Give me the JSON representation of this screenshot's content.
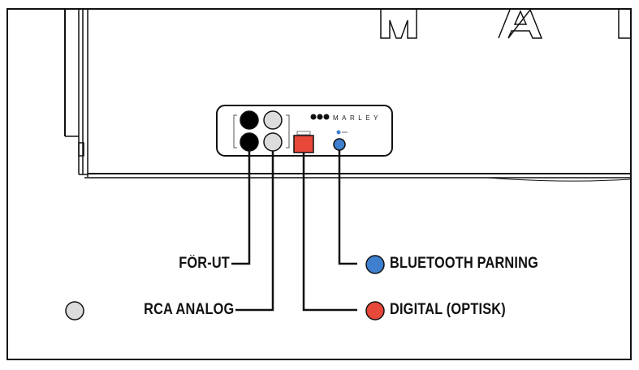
{
  "brand": {
    "logo_text": "MARLEY"
  },
  "port_legend": {
    "pre_out": "FÖR-UT",
    "rca_analog": "RCA ANALOG",
    "bluetooth_pairing": "BLUETOOTH PARNING",
    "digital_optical": "DIGITAL (OPTISK)"
  },
  "colors": {
    "outline": "#111111",
    "pre_out_jack": "#000000",
    "rca_jack": "#dcdcdc",
    "digital_port": "#e8483a",
    "bluetooth_button": "#3f7fcf"
  }
}
